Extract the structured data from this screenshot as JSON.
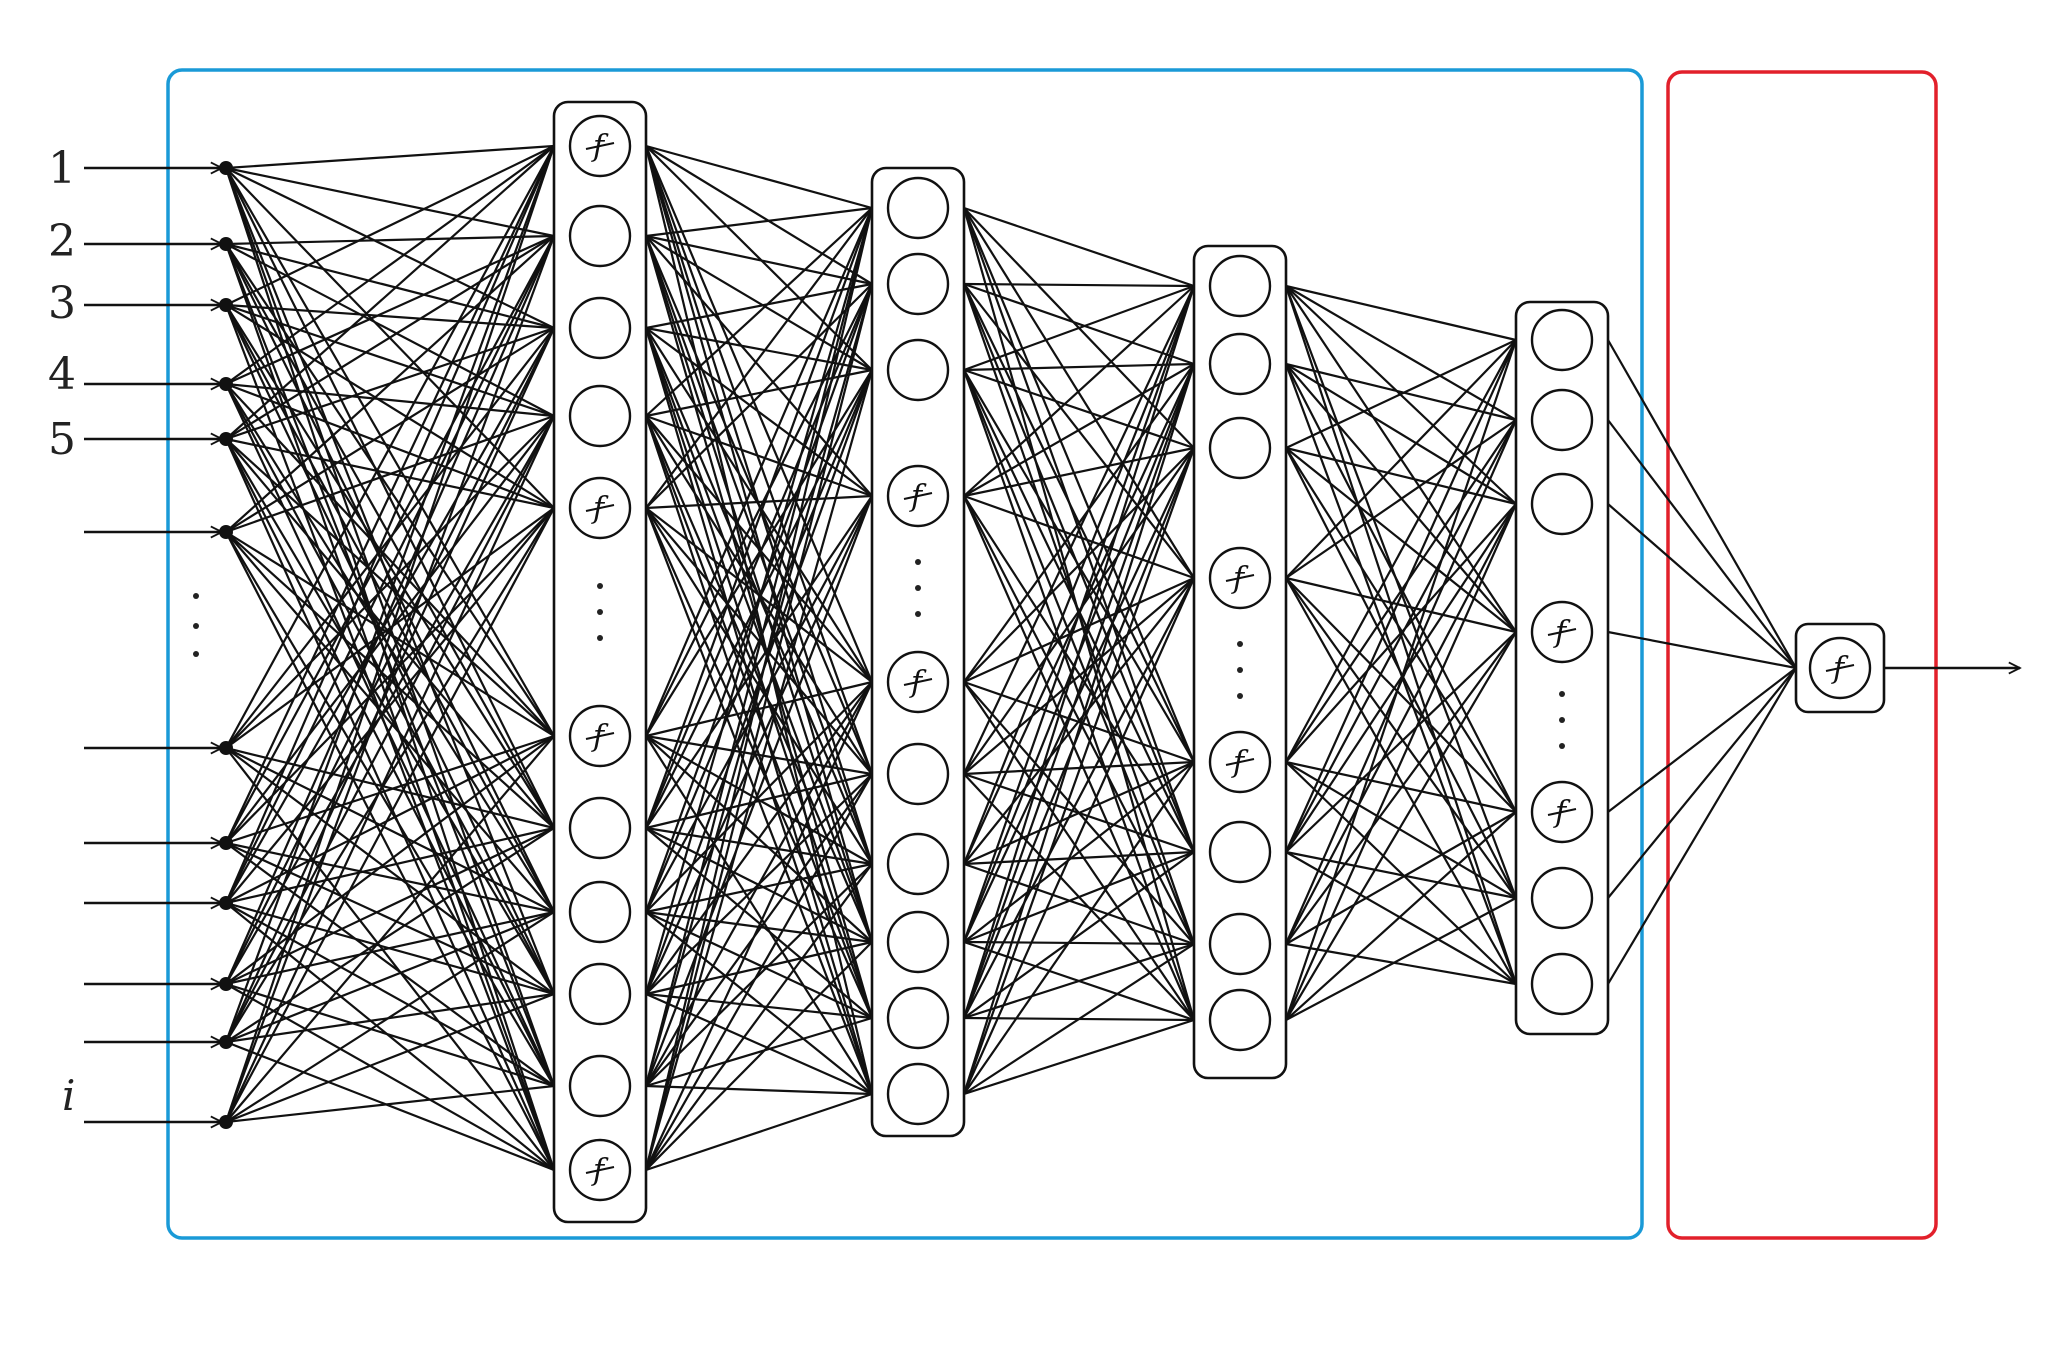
{
  "diagram": {
    "input_labels": [
      "1",
      "2",
      "3",
      "4",
      "5",
      "i"
    ],
    "activation_symbol": "f",
    "colors": {
      "hidden_group_border": "#1a9ad7",
      "output_group_border": "#e2202b",
      "line": "#111111"
    },
    "layers": {
      "input": {
        "labeled_rows": [
          "1",
          "2",
          "3",
          "4",
          "5",
          "",
          "",
          "",
          "",
          "",
          "i"
        ],
        "has_ellipsis": true
      },
      "hidden": [
        {
          "pattern": [
            "act",
            "plain",
            "plain",
            "plain",
            "act",
            "gap",
            "act",
            "plain",
            "plain",
            "plain",
            "plain",
            "act"
          ]
        },
        {
          "pattern": [
            "plain",
            "plain",
            "plain",
            "act",
            "gap",
            "act",
            "plain",
            "plain",
            "plain",
            "plain",
            "plain"
          ]
        },
        {
          "pattern": [
            "plain",
            "plain",
            "plain",
            "act",
            "gap",
            "act",
            "plain",
            "plain",
            "plain"
          ]
        },
        {
          "pattern": [
            "plain",
            "plain",
            "plain",
            "act",
            "gap",
            "act",
            "plain",
            "plain"
          ]
        }
      ],
      "output": {
        "pattern": [
          "act"
        ]
      }
    }
  }
}
